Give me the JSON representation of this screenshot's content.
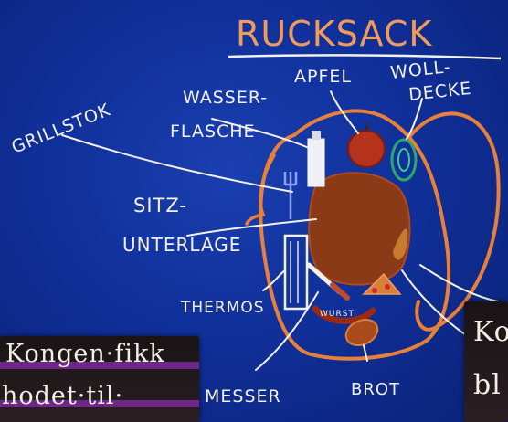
{
  "diagram": {
    "title": "RUCKSACK",
    "labels": {
      "grillstok": "GRILLSTOK",
      "wasser_1": "WASSER-",
      "wasser_2": "FLASCHE",
      "apfel": "APFEL",
      "wolldecke_1": "WOLL-",
      "wolldecke_2": "DECKE",
      "sitz_1": "SITZ-",
      "sitz_2": "UNTERLAGE",
      "thermos": "THERMOS",
      "messer": "MESSER",
      "brot": "BROT",
      "wurst": "WURST"
    }
  },
  "cards": {
    "left": {
      "line1": "Kongen·fikk",
      "line2": "hodet·til·"
    },
    "right": {
      "line1": "Ko",
      "line2": "bl"
    }
  },
  "colors": {
    "board": "#10309a",
    "chalk_white": "#f3f1e6",
    "chalk_orange": "#e8803a",
    "apple_red": "#b5321c",
    "pad_brown": "#8a3a16"
  }
}
